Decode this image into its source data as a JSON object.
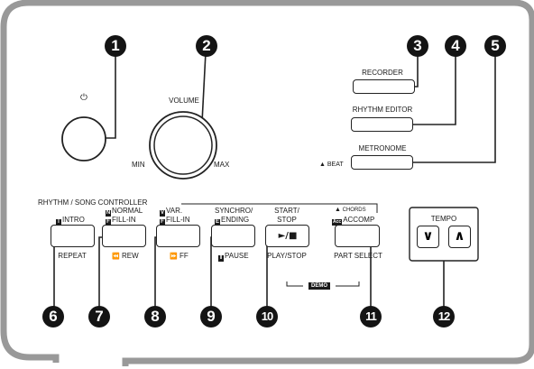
{
  "callouts": [
    "1",
    "2",
    "3",
    "4",
    "5",
    "6",
    "7",
    "8",
    "9",
    "10",
    "11",
    "12"
  ],
  "power": {
    "icon": "power-icon",
    "symbol": "⏻"
  },
  "volume": {
    "label": "VOLUME",
    "min": "MIN",
    "max": "MAX"
  },
  "recorder": {
    "label": "RECORDER"
  },
  "rhythm_editor": {
    "label": "RHYTHM EDITOR"
  },
  "metronome": {
    "label": "METRONOME",
    "beat_icon": "beat-icon",
    "beat_label": "BEAT"
  },
  "controller": {
    "title": "RHYTHM / SONG CONTROLLER",
    "buttons": [
      {
        "id": "intro",
        "icon_text": "I",
        "line1": "",
        "line2": "INTRO",
        "below_text": "REPEAT"
      },
      {
        "id": "normal",
        "icon_text": "N",
        "icon_text2": "F",
        "line1": "NORMAL",
        "line2": "FILL-IN",
        "below_icon": "rewind-icon",
        "below_text": "REW"
      },
      {
        "id": "var",
        "icon_text": "V",
        "icon_text2": "F",
        "line1": "VAR.",
        "line2": "FILL-IN",
        "below_icon": "fast-forward-icon",
        "below_text": "FF"
      },
      {
        "id": "synchro",
        "icon_text2": "E",
        "line1": "SYNCHRO/",
        "line2": "ENDING",
        "below_icon": "pause-icon",
        "below_text": "PAUSE"
      },
      {
        "id": "start",
        "line1": "START/",
        "line2": "STOP",
        "key_label": "►/■",
        "below_text": "PLAY/STOP"
      },
      {
        "id": "accomp",
        "icon_text2": "Acc",
        "line1": "CHORDS",
        "line2": "ACCOMP",
        "chords_icon": "chords-icon",
        "below_text": "PART SELECT"
      }
    ],
    "demo_label": "DEMO"
  },
  "tempo": {
    "label": "TEMPO",
    "down_symbol": "∨",
    "up_symbol": "∧"
  }
}
